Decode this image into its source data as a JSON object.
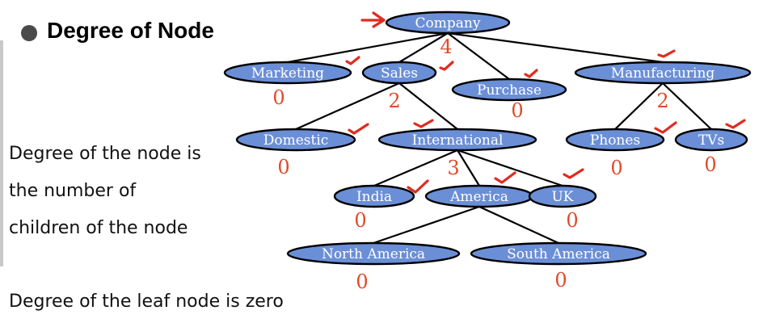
{
  "heading": "Degree of Node",
  "text": {
    "line1": "Degree of the node is",
    "line2": "the number of",
    "line3": "children of the node",
    "line4": "Degree of the leaf node is zero"
  },
  "tree": {
    "nodes": [
      {
        "id": "company",
        "label": "Company",
        "degree": "4"
      },
      {
        "id": "marketing",
        "label": "Marketing",
        "degree": "0"
      },
      {
        "id": "sales",
        "label": "Sales",
        "degree": "2"
      },
      {
        "id": "purchase",
        "label": "Purchase",
        "degree": "0"
      },
      {
        "id": "manufacturing",
        "label": "Manufacturing",
        "degree": "2"
      },
      {
        "id": "domestic",
        "label": "Domestic",
        "degree": "0"
      },
      {
        "id": "international",
        "label": "International",
        "degree": "3"
      },
      {
        "id": "phones",
        "label": "Phones",
        "degree": "0"
      },
      {
        "id": "tvs",
        "label": "TVs",
        "degree": "0"
      },
      {
        "id": "india",
        "label": "India",
        "degree": "0"
      },
      {
        "id": "america",
        "label": "America",
        "degree": ""
      },
      {
        "id": "uk",
        "label": "UK",
        "degree": "0"
      },
      {
        "id": "north_america",
        "label": "North America",
        "degree": "0"
      },
      {
        "id": "south_america",
        "label": "South America",
        "degree": "0"
      }
    ],
    "edges": [
      [
        "company",
        "marketing"
      ],
      [
        "company",
        "sales"
      ],
      [
        "company",
        "purchase"
      ],
      [
        "company",
        "manufacturing"
      ],
      [
        "sales",
        "domestic"
      ],
      [
        "sales",
        "international"
      ],
      [
        "manufacturing",
        "phones"
      ],
      [
        "manufacturing",
        "tvs"
      ],
      [
        "international",
        "india"
      ],
      [
        "international",
        "america"
      ],
      [
        "international",
        "uk"
      ],
      [
        "america",
        "north_america"
      ],
      [
        "america",
        "south_america"
      ]
    ],
    "accent_color": "#e04a2a",
    "node_fill": "#6b8fd6"
  }
}
